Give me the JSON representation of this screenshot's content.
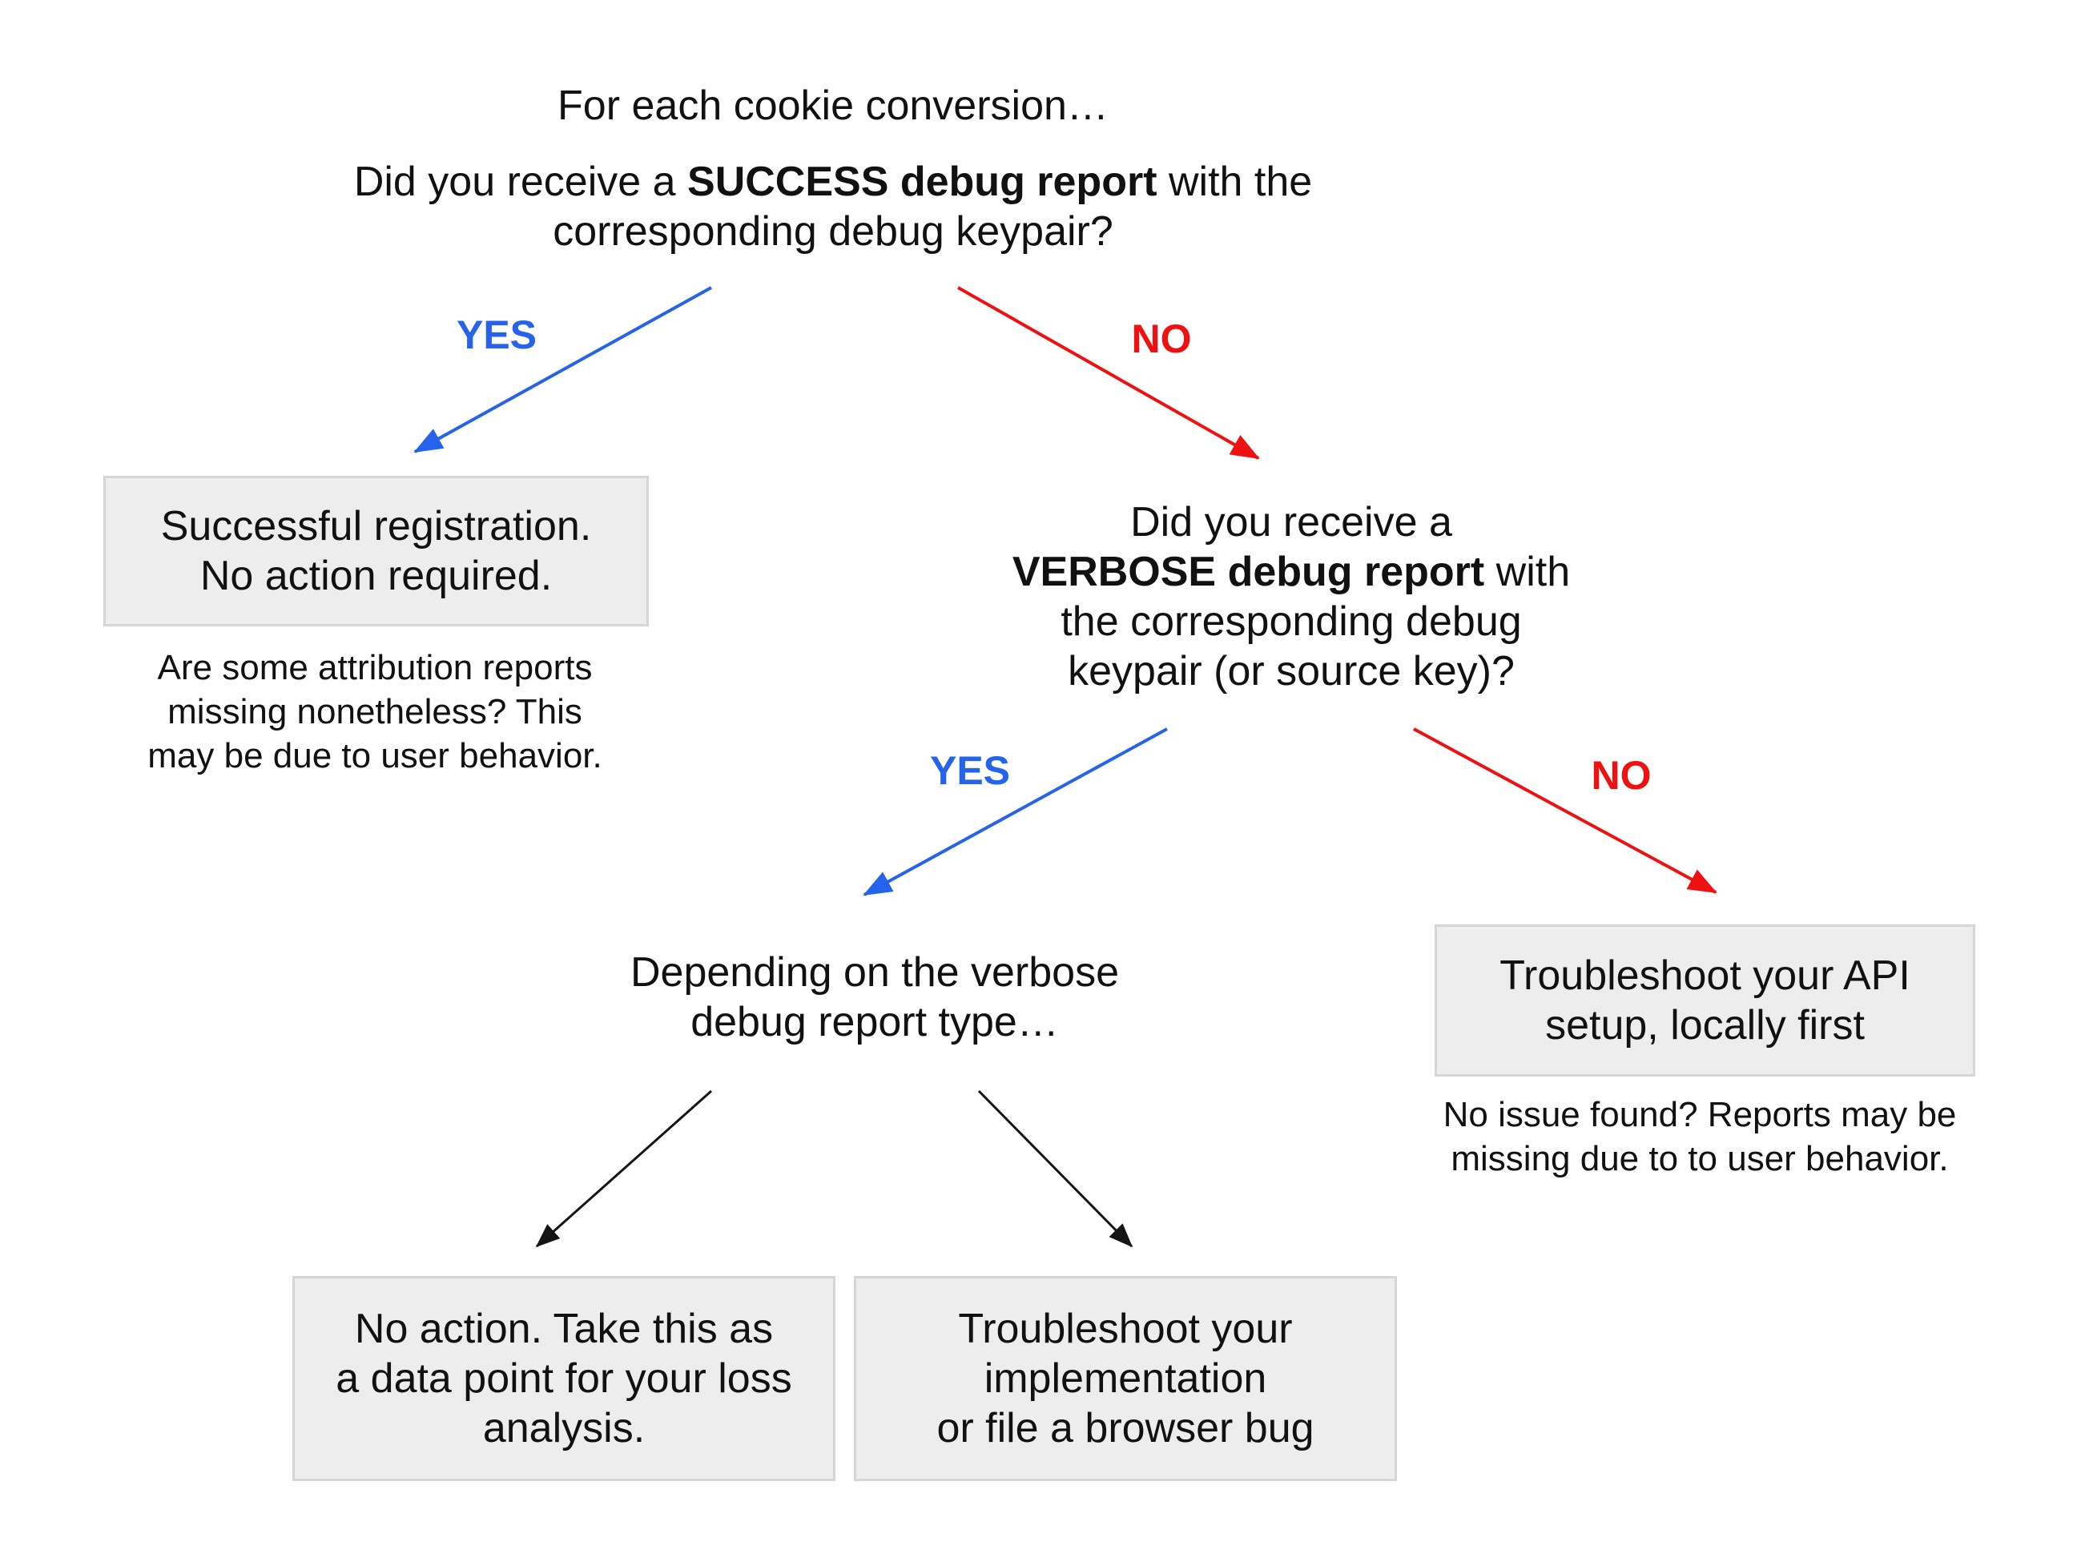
{
  "colors": {
    "blue": "#2563eb",
    "red": "#ee1111",
    "ink": "#111111",
    "box_bg": "#ededed",
    "box_border": "#d6d6d6"
  },
  "flow": {
    "title": "For each cookie conversion…",
    "labels": {
      "yes": "YES",
      "no": "NO"
    },
    "q1": {
      "prefix": "Did you receive a ",
      "bold": "SUCCESS debug report",
      "suffix": " with the",
      "line2": "corresponding debug keypair?"
    },
    "outcome_success": {
      "lines": [
        "Successful registration.",
        "No action required."
      ],
      "note_lines": [
        "Are some attribution reports",
        "missing nonetheless? This",
        "may be due to user behavior."
      ]
    },
    "q2": {
      "line1": "Did you receive a",
      "bold": "VERBOSE debug report",
      "suffix": " with",
      "line3": "the corresponding debug",
      "line4": "keypair (or source key)?"
    },
    "verbose_branch": {
      "lines": [
        "Depending on the verbose",
        "debug report type…"
      ]
    },
    "outcome_api": {
      "lines": [
        "Troubleshoot your API",
        "setup, locally first"
      ],
      "note_lines": [
        "No issue found? Reports may be",
        "missing due to to user behavior."
      ]
    },
    "outcome_no_action": {
      "lines": [
        "No action. Take this as",
        "a data point for your loss",
        "analysis."
      ]
    },
    "outcome_impl": {
      "lines": [
        "Troubleshoot your",
        "implementation",
        "or file a browser bug"
      ]
    }
  }
}
